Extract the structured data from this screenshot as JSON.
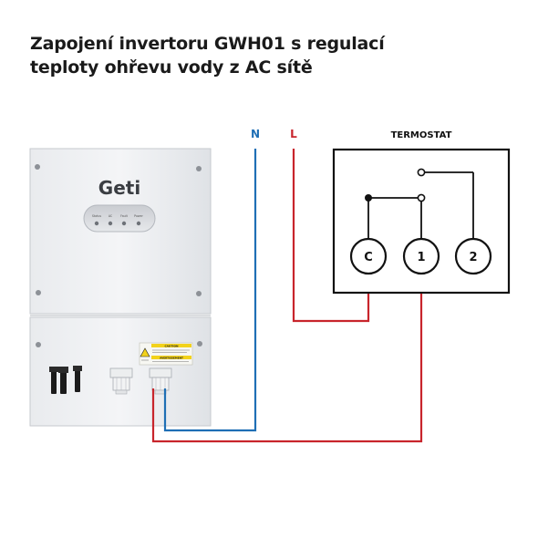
{
  "title": {
    "line1": "Zapojení invertoru GWH01 s regulací",
    "line2": "teploty ohřevu vody z AC sítě"
  },
  "labels": {
    "neutral": "N",
    "live": "L",
    "thermostat": "TERMOSTAT"
  },
  "inverter": {
    "brand": "Geti",
    "indicators": [
      "Status",
      "AC",
      "Fault",
      "Power"
    ],
    "caution_heading": "CAUTION",
    "warning_heading": "AVERTISSEMENT"
  },
  "terminals": {
    "common": "C",
    "one": "1",
    "two": "2"
  },
  "colors": {
    "neutral_wire": "#1f6fb5",
    "live_wire": "#c8252c",
    "thermostat_box": "#111111",
    "title_text": "#1a1a1a"
  }
}
